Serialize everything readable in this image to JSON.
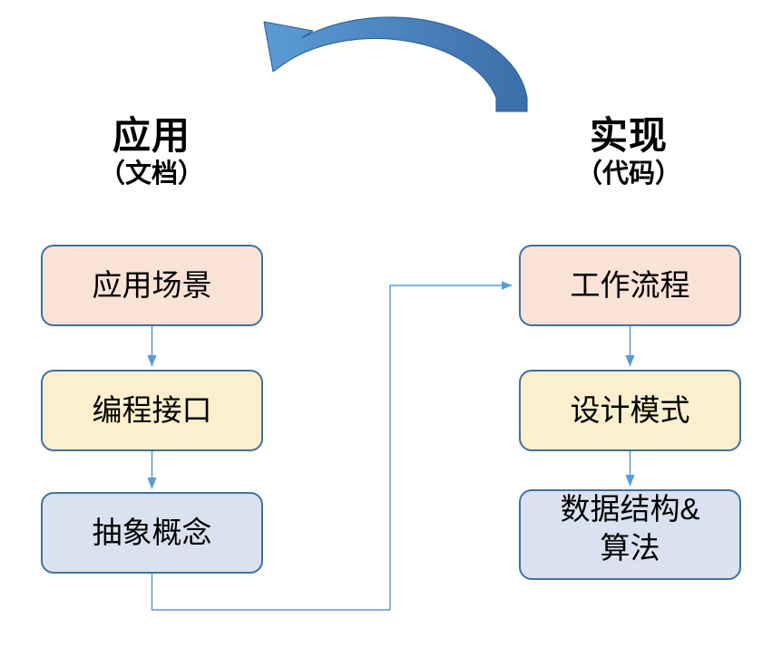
{
  "diagram": {
    "title_left_main": "应用",
    "title_left_sub": "（文档）",
    "title_right_main": "实现",
    "title_right_sub": "（代码）",
    "top_arrow": {
      "name": "curved-arrow-right-to-left",
      "direction": "right-to-left-downward",
      "color_start": "#3b6fa8",
      "color_end": "#5b9bd5"
    },
    "columns": [
      {
        "id": "left",
        "header_main": "应用",
        "header_sub": "（文档）",
        "nodes": [
          {
            "label": "应用场景",
            "fill": "#f9e2d6",
            "border": "#41719c"
          },
          {
            "label": "编程接口",
            "fill": "#fcefcd",
            "border": "#41719c"
          },
          {
            "label": "抽象概念",
            "fill": "#dae1f1",
            "border": "#41719c"
          }
        ]
      },
      {
        "id": "right",
        "header_main": "实现",
        "header_sub": "（代码）",
        "nodes": [
          {
            "label": "工作流程",
            "fill": "#f9e2d6",
            "border": "#41719c"
          },
          {
            "label": "设计模式",
            "fill": "#fcefcd",
            "border": "#41719c"
          },
          {
            "label": "数据结构&\n算法",
            "line1": "数据结构&",
            "line2": "算法",
            "fill": "#dae1f1",
            "border": "#41719c"
          }
        ]
      }
    ],
    "connectors": [
      {
        "name": "left-0-to-1",
        "from": "应用场景",
        "to": "编程接口",
        "style": "straight-down-arrow",
        "color": "#5b9bd5"
      },
      {
        "name": "left-1-to-2",
        "from": "编程接口",
        "to": "抽象概念",
        "style": "straight-down-arrow",
        "color": "#5b9bd5"
      },
      {
        "name": "left-2-to-right-0",
        "from": "抽象概念",
        "to": "工作流程",
        "style": "elbow-down-right-up-right-arrow",
        "color": "#5b9bd5"
      },
      {
        "name": "right-0-to-1",
        "from": "工作流程",
        "to": "设计模式",
        "style": "straight-down-arrow",
        "color": "#5b9bd5"
      },
      {
        "name": "right-1-to-2",
        "from": "设计模式",
        "to": "数据结构&算法",
        "style": "straight-down-arrow",
        "color": "#5b9bd5"
      }
    ]
  }
}
